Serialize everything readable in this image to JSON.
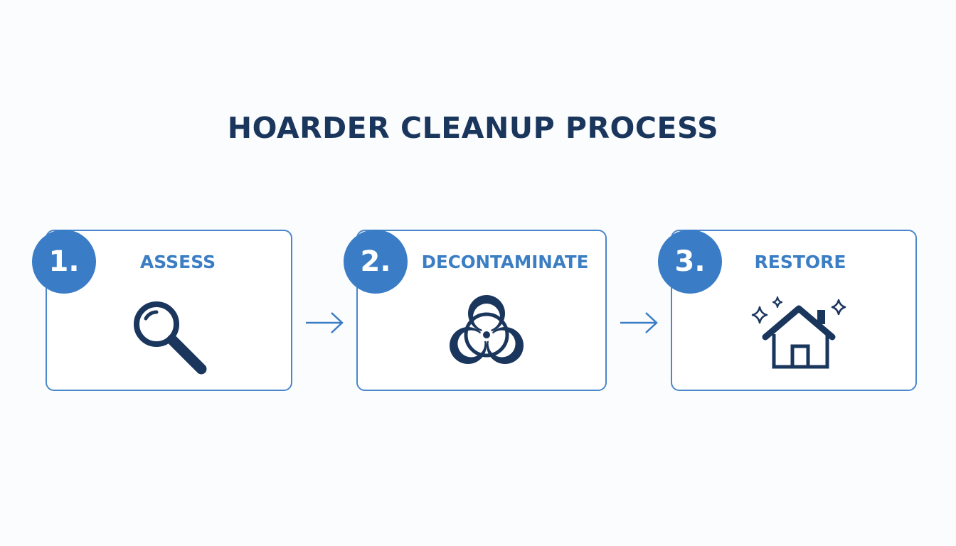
{
  "title": "HOARDER CLEANUP PROCESS",
  "steps": [
    {
      "number": "1.",
      "label": "ASSESS",
      "icon": "magnifying-glass-icon"
    },
    {
      "number": "2.",
      "label": "DECONTAMINATE",
      "icon": "biohazard-icon"
    },
    {
      "number": "3.",
      "label": "RESTORE",
      "icon": "sparkling-house-icon"
    }
  ],
  "colors": {
    "title": "#1a365d",
    "accent": "#3a7dc6",
    "icon": "#1a365d",
    "border": "#4a87cb",
    "background": "#fbfcfd"
  }
}
